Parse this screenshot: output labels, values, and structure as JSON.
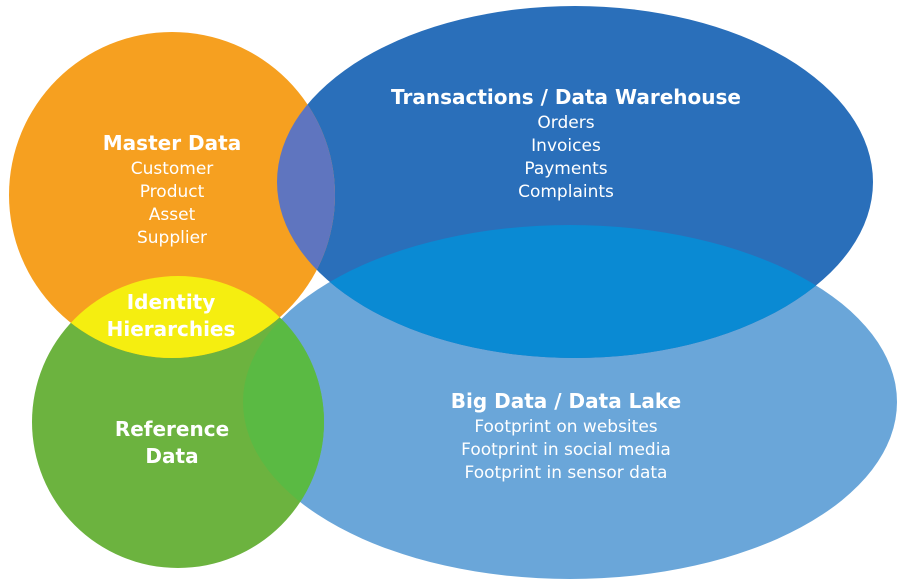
{
  "colors": {
    "master": "#f6a020",
    "reference": "#6cb33f",
    "identity": "#f5ee10",
    "transactions": "#2a6fba",
    "big_data": "#6aa6d9",
    "transactions_bigdata_overlap": "#0a8ad3",
    "master_transactions_overlap": "#5f75bf",
    "reference_bigdata_overlap": "#5aba43"
  },
  "master_data": {
    "title": "Master Data",
    "items": [
      "Customer",
      "Product",
      "Asset",
      "Supplier"
    ]
  },
  "identity": {
    "line1": "Identity",
    "line2": "Hierarchies"
  },
  "reference_data": {
    "line1": "Reference",
    "line2": "Data"
  },
  "transactions": {
    "title": "Transactions / Data Warehouse",
    "items": [
      "Orders",
      "Invoices",
      "Payments",
      "Complaints"
    ]
  },
  "big_data": {
    "title": "Big Data / Data Lake",
    "items": [
      "Footprint on websites",
      "Footprint in social media",
      "Footprint in sensor data"
    ]
  }
}
